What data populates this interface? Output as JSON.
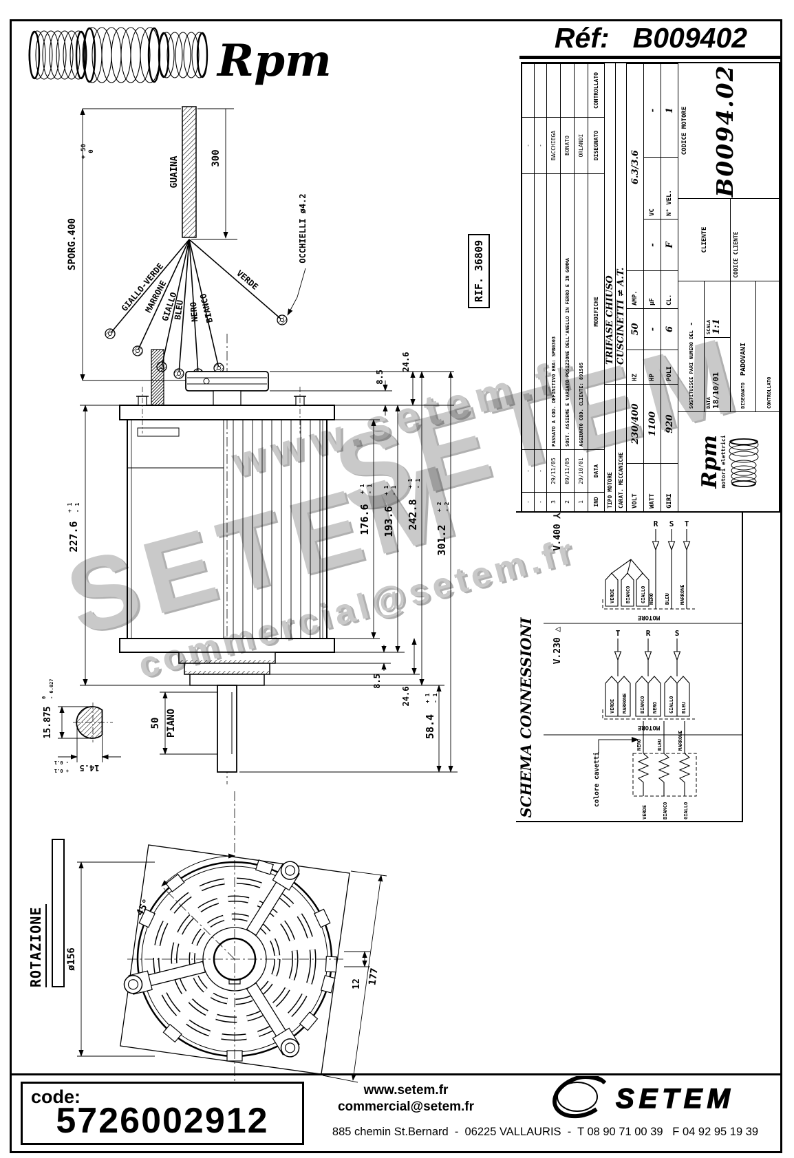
{
  "header": {
    "logo_text": "Rpm",
    "ref_label": "Réf:",
    "ref_value": "B009402"
  },
  "title_block": {
    "revisions": {
      "header": [
        "IND",
        "DATA",
        "MODIFICHE",
        "DISEGNATO",
        "CONTROLLATO"
      ],
      "rows": [
        [
          "-",
          "-",
          "",
          "-",
          ""
        ],
        [
          "-",
          "-",
          "",
          "-",
          ""
        ],
        [
          "3",
          "29/11/05",
          "PASSATO A COD. DEFINITIVO ERA: SPB0303",
          "BACCHIEGA",
          ""
        ],
        [
          "2",
          "09/11/05",
          "SOST. ASSIEME E VARIATO POSIZIONE DELL'ANELLO IN FERRO E IN GOMMA",
          "BONATO",
          ""
        ],
        [
          "1",
          "29/10/01",
          "AGGIUNTO COD. CLIENTE: 891505",
          "ORLANDI",
          ""
        ]
      ]
    },
    "tipo_label": "TIPO MOTORE",
    "tipo_value": "TRIFASE CHIUSO",
    "carat_label": "CARAT. MECCANICHE",
    "carat_value": "CUSCINETTI ≠ A.T.",
    "specs": {
      "volt_label": "VOLT",
      "volt": "230/400",
      "hz_label": "HZ",
      "hz": "50",
      "amp_label": "AMP.",
      "amp": "6.3/3.6",
      "watt_label": "WATT",
      "watt": "1100",
      "hp_label": "HP",
      "hp": "-",
      "uf_label": "μF",
      "uf": "-",
      "vc_label": "VC",
      "vc": "-",
      "giri_label": "GIRI",
      "giri": "920",
      "poli_label": "POLI",
      "poli": "6",
      "cl_label": "CL.",
      "cl": "F",
      "nvel_label": "N° VEL.",
      "nvel": "1"
    },
    "logo_text": "Rpm",
    "logo_sub": "motori elettrici",
    "sostituisce_label": "SOSTITUISCE PARI NUMERO DEL",
    "sostituisce_value": "-",
    "data_label": "DATA",
    "data_value": "18/10/01",
    "scala_label": "SCALA",
    "scala_value": "1:1",
    "disegnato_label": "DISEGNATO",
    "disegnato_value": "PADOVANI",
    "controllato_label": "CONTROLLATO",
    "cliente_label": "CLIENTE",
    "codice_cliente_label": "CODICE CLIENTE",
    "codice_motore_label": "CODICE MOTORE",
    "codice_motore_value": "B0094.02"
  },
  "rif_text": "RIF. 36809",
  "cable": {
    "sporg": "SPORG.400",
    "sporg_tp": "+ 50",
    "sporg_t0": "0",
    "guaina": "GUAINA",
    "d300": "300",
    "occhielli": "OCCHIELLI ø4.2",
    "wires": [
      "GIALLO-VERDE",
      "MARRONE",
      "GIALLO",
      "BLEU",
      "NERO",
      "BIANCO",
      "VERDE"
    ]
  },
  "side": {
    "d227": "227.6",
    "d227_tp": "+ 1",
    "d227_tm": "- 1",
    "d85t": "8.5",
    "d246t": "24.6",
    "d176": "176.6",
    "d176_tp": "+ 1",
    "d176_tm": "- 1",
    "d193": "193.6",
    "d193_tp": "+ 1",
    "d193_tm": "- 1",
    "d242": "242.8",
    "d242_tp": "+ 1",
    "d242_tm": "- 1",
    "d301": "301.2",
    "d301_tp": "+ 2",
    "d301_tm": "- 2",
    "d85b": "8.5",
    "d246b": "24.6",
    "d584": "58.4",
    "d584_tp": "+ 1",
    "d584_tm": "- 1",
    "d50": "50",
    "piano": "PIANO",
    "d15875": "15.875",
    "d15875_t0": "0",
    "d15875_tm": "- 0.027",
    "d145": "14.5",
    "d145_tp": "+ 0.1",
    "d145_tm": "- 0.1"
  },
  "front": {
    "rotazione": "ROTAZIONE",
    "d156": "ø156",
    "d45": "45°",
    "d177": "177",
    "d12": "12"
  },
  "schema": {
    "title": "SCHEMA CONNESSIONI",
    "v400_label": "V.400 ⅄",
    "v230_label": "V.230 △",
    "motore": "MOTORE",
    "colore": "colore cavetti",
    "v400_phases": [
      "R",
      "S",
      "T"
    ],
    "line_wires": [
      "NERO",
      "BLEU",
      "MARRONE"
    ],
    "star_wires": [
      "VERDE",
      "BIANCO",
      "GIALLO"
    ],
    "v230_phases": [
      "T",
      "R",
      "S"
    ],
    "v230_wires": [
      "VERDE",
      "MARRONE",
      "BIANCO",
      "NERO",
      "GIALLO",
      "BLEU"
    ],
    "winding_top": [
      "NERO",
      "BLEU",
      "MARRONE"
    ],
    "winding_bottom": [
      "VERDE",
      "BIANCO",
      "GIALLO"
    ]
  },
  "watermarks": {
    "w1": "www.setem.fr",
    "w2": "SETEM",
    "w3": "SETEM",
    "w4": "commercial@setem.fr"
  },
  "footer": {
    "code_label": "code:",
    "code": "5726002912",
    "website": "www.setem.fr",
    "email": "commercial@setem.fr",
    "address": "885 chemin St.Bernard  -  06225 VALLAURIS  -  T 08 90 71 00 39   F 04 92 95 19 39",
    "logo_text": "SETEM"
  }
}
